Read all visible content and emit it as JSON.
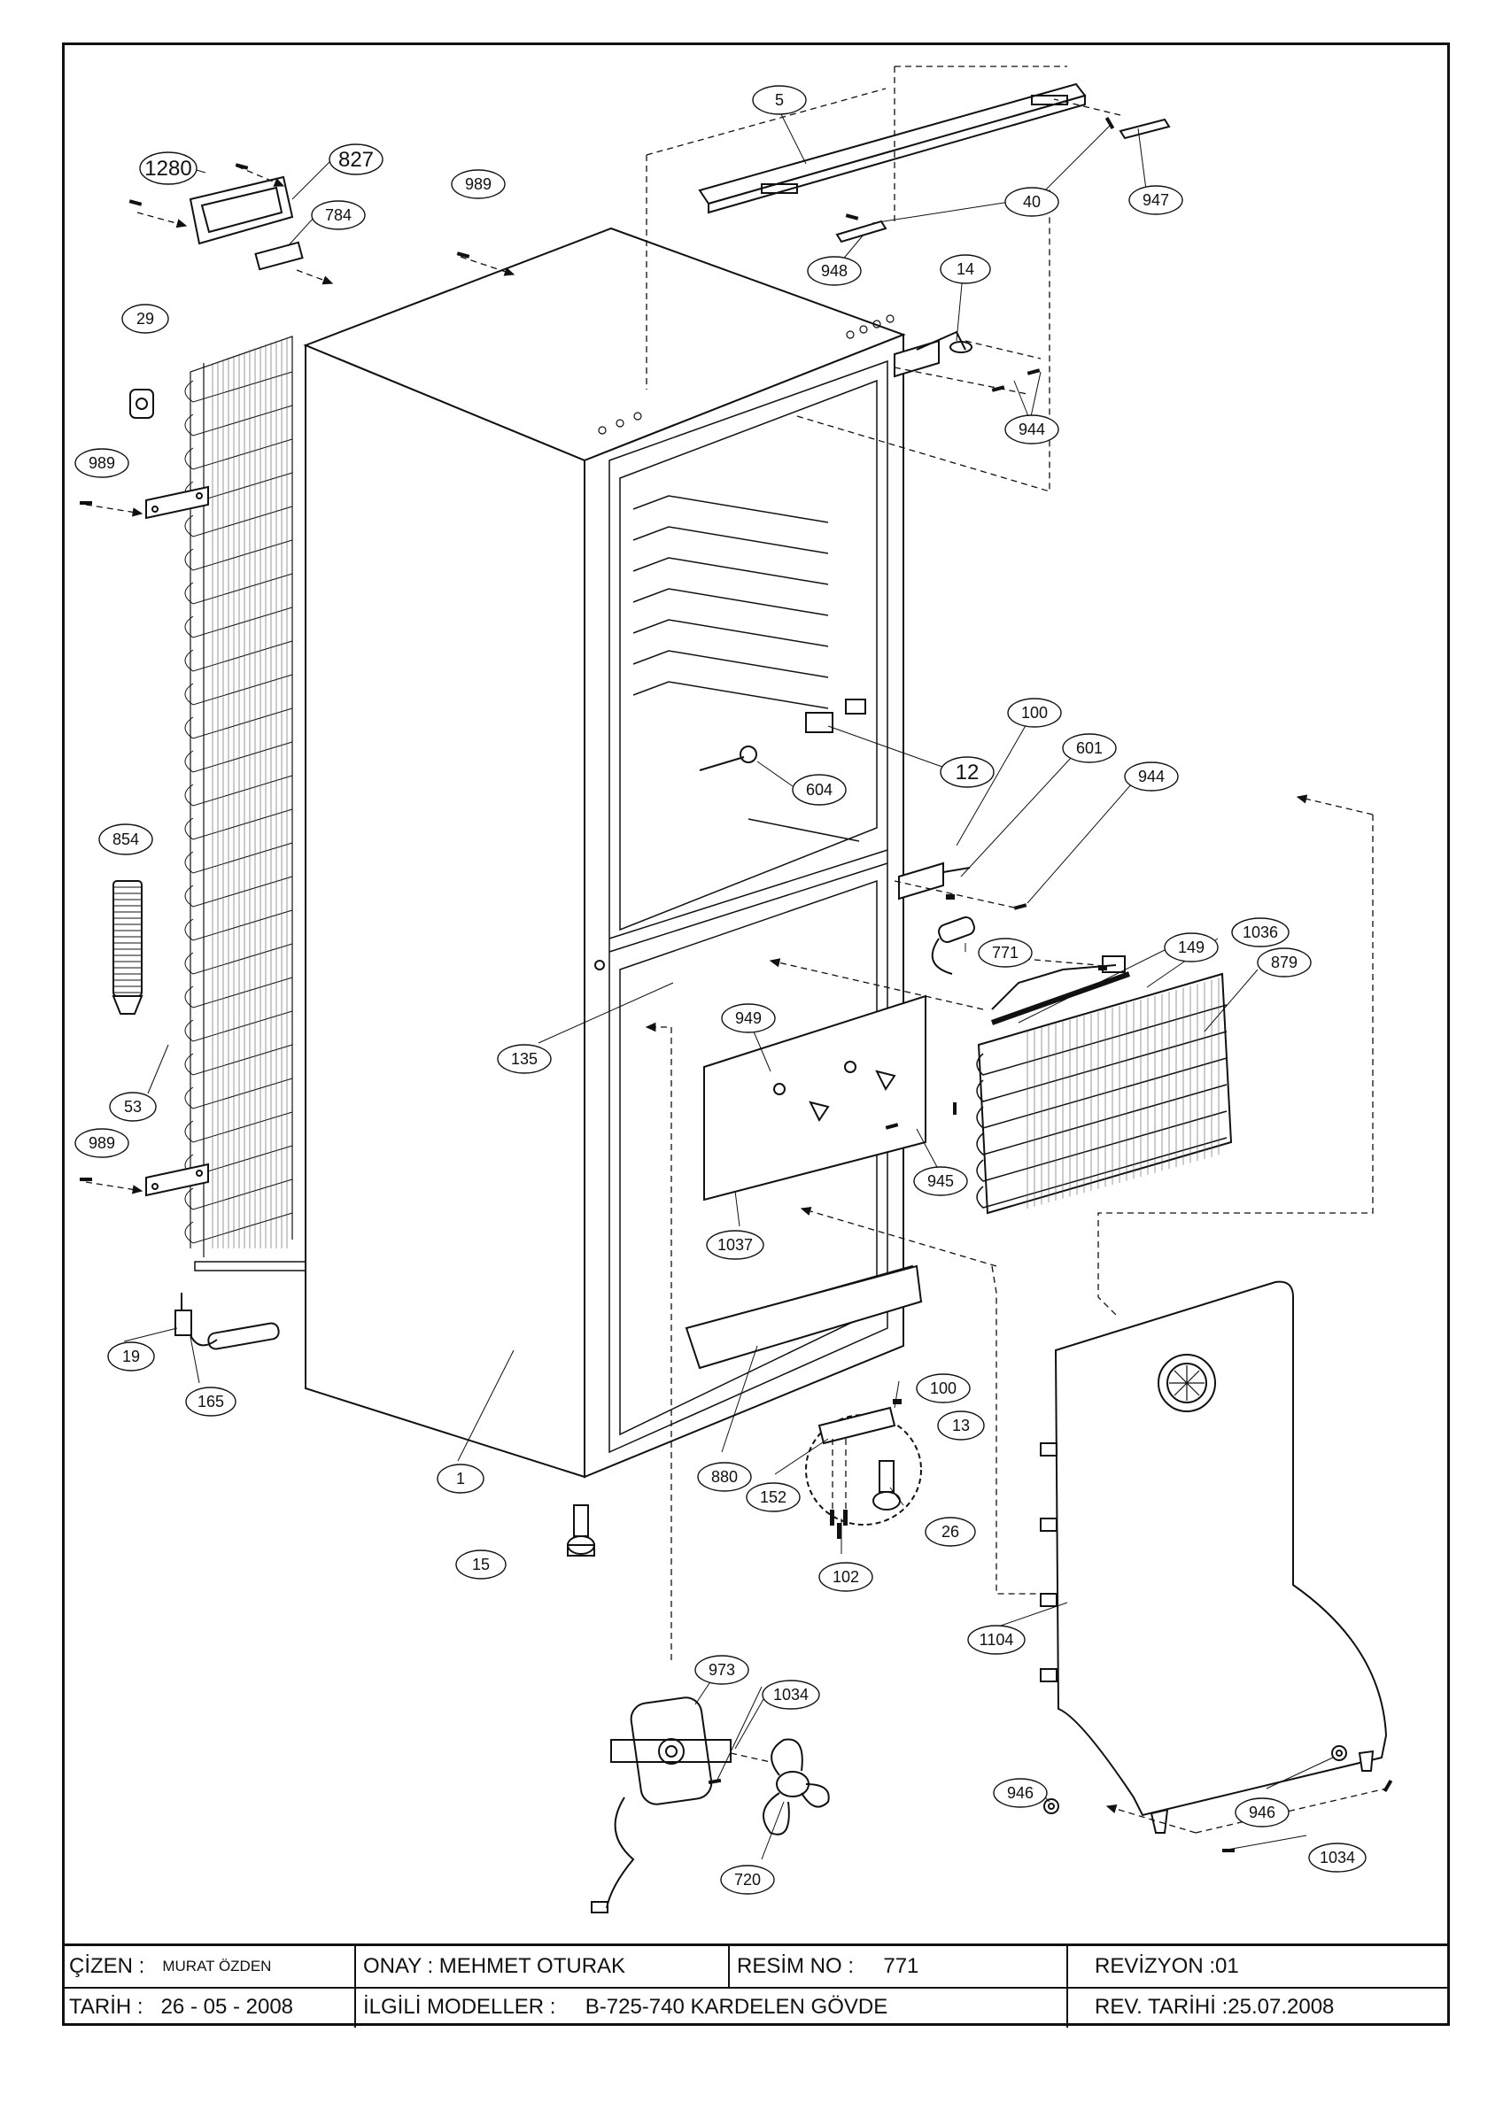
{
  "callouts": [
    {
      "id": "c5",
      "text": "5"
    },
    {
      "id": "c1280",
      "text": "1280"
    },
    {
      "id": "c827",
      "text": "827"
    },
    {
      "id": "c784",
      "text": "784"
    },
    {
      "id": "c989a",
      "text": "989"
    },
    {
      "id": "c40",
      "text": "40"
    },
    {
      "id": "c947",
      "text": "947"
    },
    {
      "id": "c948",
      "text": "948"
    },
    {
      "id": "c14",
      "text": "14"
    },
    {
      "id": "c29",
      "text": "29"
    },
    {
      "id": "c989b",
      "text": "989"
    },
    {
      "id": "c944a",
      "text": "944"
    },
    {
      "id": "c100a",
      "text": "100"
    },
    {
      "id": "c601",
      "text": "601"
    },
    {
      "id": "c12",
      "text": "12"
    },
    {
      "id": "c604",
      "text": "604"
    },
    {
      "id": "c944b",
      "text": "944"
    },
    {
      "id": "c854",
      "text": "854"
    },
    {
      "id": "c771",
      "text": "771"
    },
    {
      "id": "c149",
      "text": "149"
    },
    {
      "id": "c1036",
      "text": "1036"
    },
    {
      "id": "c879",
      "text": "879"
    },
    {
      "id": "c949",
      "text": "949"
    },
    {
      "id": "c135",
      "text": "135"
    },
    {
      "id": "c53",
      "text": "53"
    },
    {
      "id": "c989c",
      "text": "989"
    },
    {
      "id": "c945",
      "text": "945"
    },
    {
      "id": "c1037",
      "text": "1037"
    },
    {
      "id": "c19",
      "text": "19"
    },
    {
      "id": "c165",
      "text": "165"
    },
    {
      "id": "c100b",
      "text": "100"
    },
    {
      "id": "c13",
      "text": "13"
    },
    {
      "id": "c880",
      "text": "880"
    },
    {
      "id": "c152",
      "text": "152"
    },
    {
      "id": "c1",
      "text": "1"
    },
    {
      "id": "c26",
      "text": "26"
    },
    {
      "id": "c15",
      "text": "15"
    },
    {
      "id": "c102",
      "text": "102"
    },
    {
      "id": "c1104",
      "text": "1104"
    },
    {
      "id": "c973",
      "text": "973"
    },
    {
      "id": "c1034a",
      "text": "1034"
    },
    {
      "id": "c946a",
      "text": "946"
    },
    {
      "id": "c946b",
      "text": "946"
    },
    {
      "id": "c1034b",
      "text": "1034"
    },
    {
      "id": "c720",
      "text": "720"
    }
  ],
  "title_block": {
    "cizen_label": "ÇİZEN :",
    "cizen_value": "MURAT ÖZDEN",
    "onay": "ONAY : MEHMET OTURAK",
    "resim_label": "RESİM NO :",
    "resim_value": "771",
    "revizyon": "REVİZYON :01",
    "tarih_label": "TARİH :",
    "tarih_value": "26 - 05 - 2008",
    "modeller_label": "İLGİLİ MODELLER :",
    "modeller_value": "B-725-740 KARDELEN GÖVDE",
    "rev_tarihi": "REV. TARİHİ :25.07.2008"
  }
}
